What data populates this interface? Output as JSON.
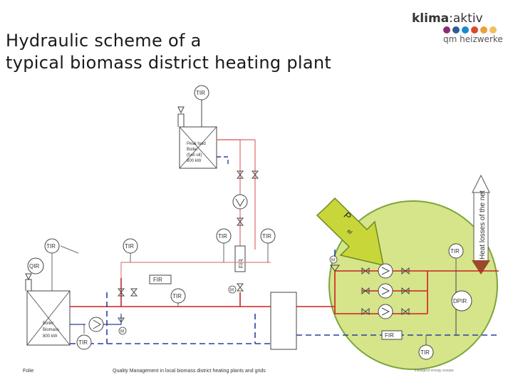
{
  "header": {
    "title_line1": "Hydraulic scheme of a",
    "title_line2": "typical biomass district heating plant",
    "logo_brand_bold": "klima",
    "logo_brand_sep": ":",
    "logo_brand_rest": "aktiv",
    "logo_sub": "qm heizwerke",
    "logo_dot_colors": [
      "#8a2e6e",
      "#2e5b9a",
      "#1a8ac8",
      "#d94a2b",
      "#e8a23a",
      "#f0c060"
    ]
  },
  "diagram": {
    "peak_boiler": [
      "Peak load",
      "Boiler",
      "(fuel oil)",
      "800 kW"
    ],
    "bio_boiler": [
      "Boiler",
      "Biomass",
      "800 kW"
    ],
    "sensors": {
      "tir": "TIR",
      "qir": "QIR",
      "fir": "FIR",
      "dpir": "DPIR",
      "m": "M"
    },
    "arrow_letter": "P",
    "arrow_small": "el",
    "heat_losses": "Heat losses of the net"
  },
  "footer": {
    "left": "Folie",
    "middle": "Quality Management in local biomass district heating plants and grids",
    "partner_logo": "intelligent energy europe"
  },
  "colors": {
    "supply": "#cc2222",
    "return": "#2a3fa0",
    "peak_branch": "#e08080",
    "highlight": "#d6e48a",
    "highlight_border": "#7aa63a",
    "arrow": "#c8d63a",
    "arrow_border": "#6a8a20",
    "heat_arrow": "#9a4a2a"
  }
}
